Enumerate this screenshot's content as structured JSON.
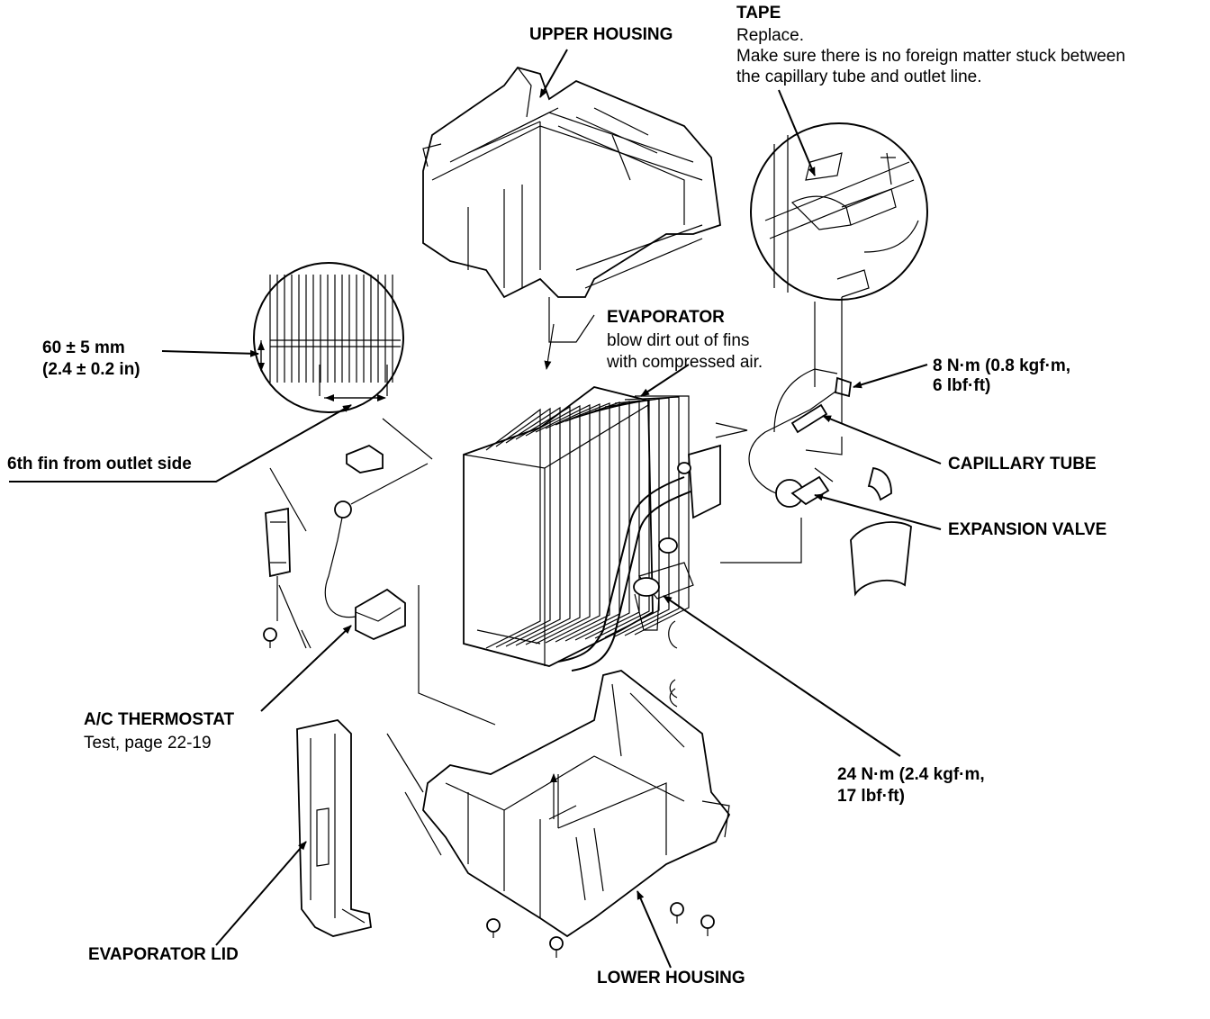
{
  "labels": {
    "upper_housing": "UPPER HOUSING",
    "tape_title": "TAPE",
    "tape_line1": "Replace.",
    "tape_line2": "Make sure there is no foreign matter stuck between",
    "tape_line3": "the capillary tube and outlet line.",
    "evaporator_title": "EVAPORATOR",
    "evaporator_line1": "blow dirt out of fins",
    "evaporator_line2": "with compressed air.",
    "dim_mm": "60 ± 5 mm",
    "dim_in": "(2.4 ± 0.2 in)",
    "torque8_line1": "8 N·m (0.8 kgf·m,",
    "torque8_line2": "6 lbf·ft)",
    "capillary_tube": "CAPILLARY TUBE",
    "sixth_fin": "6th fin from outlet side",
    "expansion_valve": "EXPANSION VALVE",
    "thermostat_title": "A/C THERMOSTAT",
    "thermostat_line1": "Test, page 22-19",
    "torque24_line1": "24 N·m (2.4 kgf·m,",
    "torque24_line2": "17 lbf·ft)",
    "evaporator_lid": "EVAPORATOR LID",
    "lower_housing": "LOWER HOUSING"
  }
}
